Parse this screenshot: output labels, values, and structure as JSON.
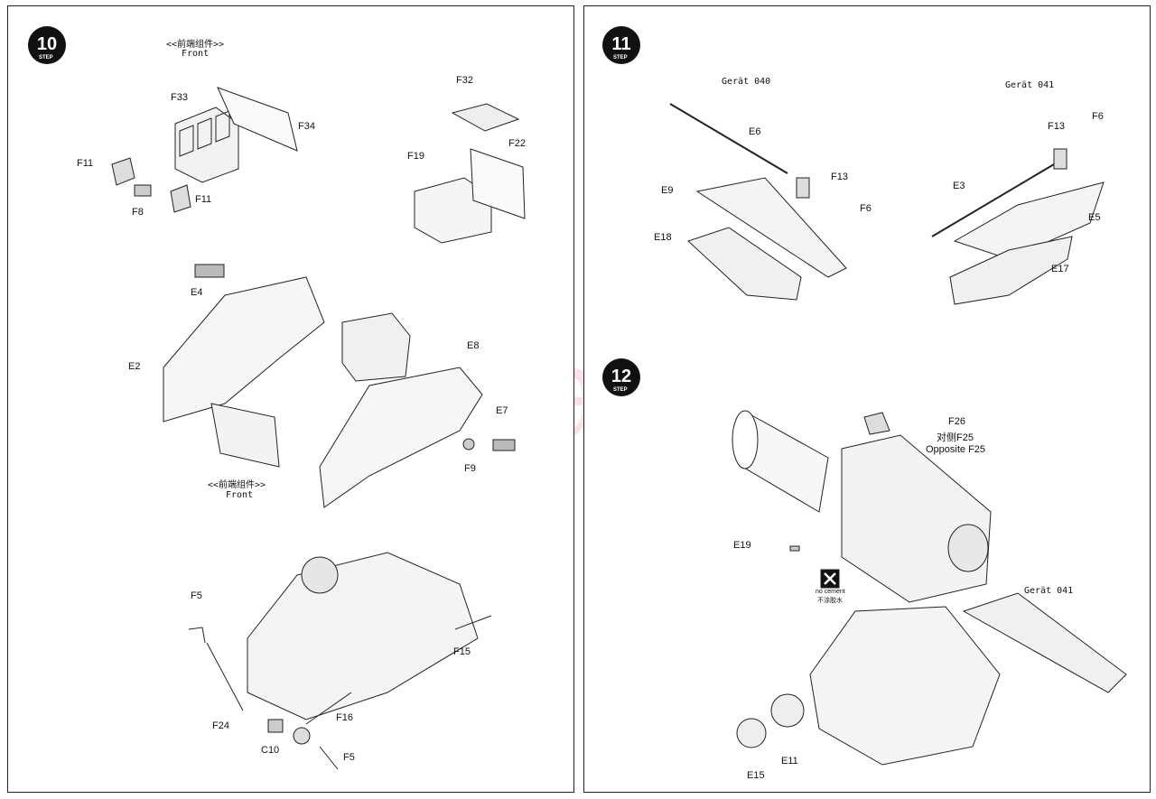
{
  "watermark": "modelartikl.cz",
  "left": {
    "step": {
      "number": "10",
      "word": "STEP"
    },
    "front_top": {
      "cn": "<<前端组件>>",
      "en": "Front"
    },
    "front_bottom": {
      "cn": "<<前端组件>>",
      "en": "Front"
    },
    "parts": {
      "F33": "F33",
      "F34": "F34",
      "F11a": "F11",
      "F11b": "F11",
      "F8": "F8",
      "F32": "F32",
      "F19": "F19",
      "F22": "F22",
      "E4": "E4",
      "E2": "E2",
      "E8": "E8",
      "E7": "E7",
      "F9": "F9",
      "F5a": "F5",
      "F15": "F15",
      "F24": "F24",
      "F16": "F16",
      "C10": "C10",
      "F5b": "F5"
    }
  },
  "right": {
    "step11": {
      "number": "11",
      "word": "STEP"
    },
    "step12": {
      "number": "12",
      "word": "STEP"
    },
    "gerat040": "Gerät 040",
    "gerat041a": "Gerät 041",
    "gerat041b": "Gerät 041",
    "no_cement": {
      "en": "no cement",
      "cn": "不涂胶水"
    },
    "opposite": {
      "cn": "对侧F25",
      "en": "Opposite F25"
    },
    "parts": {
      "E6": "E6",
      "F13a": "F13",
      "E9": "E9",
      "F6a": "F6",
      "E18": "E18",
      "F13b": "F13",
      "F6b": "F6",
      "E3": "E3",
      "E5": "E5",
      "E17": "E17",
      "F26": "F26",
      "E19": "E19",
      "E15": "E15",
      "E11": "E11"
    }
  }
}
